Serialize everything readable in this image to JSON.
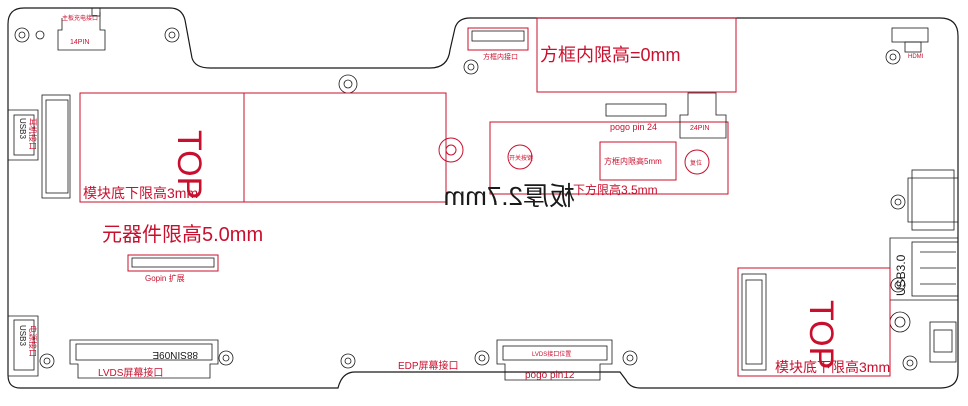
{
  "labels": {
    "top_left_connector": "主板充电接口",
    "top_left_connector_code": "14PIN",
    "top_connector_right": "方框内接口",
    "max_height_zero": "方框内限高=0mm",
    "top_right_connector": "HDMI",
    "pogo_pin_24": "pogo pin 24",
    "connector_24pin": "24PIN",
    "inner_box_height": "方框内限高5mm",
    "height_note": "下方限高3.5mm",
    "module_bottom_height_left": "模块底下限高3mm",
    "top_marking_left": "TOP",
    "component_height": "元器件限高5.0mm",
    "board_thickness_mirrored": "板厚2.7mm",
    "gopin_connector": "Gopin 扩展",
    "left_side_label_1": "USB3",
    "left_side_label_2": "耳机接口",
    "left_bottom_label_1": "USB3",
    "left_bottom_label_2": "电源接口",
    "lvds_code": "88SIN09E",
    "lvds_label": "LVDS屏幕接口",
    "edp_label": "EDP屏幕接口",
    "pogo_pin_12": "pogo pin12",
    "pogo_connector_small": "LVDS接口位置",
    "module_bottom_height_right": "模块底下限高3mm",
    "top_marking_right": "TOP",
    "usb3_right": "USB3.0",
    "small_red_1": "开关按键",
    "small_red_2": "复位"
  },
  "colors": {
    "outline": "#1a1a1a",
    "annotation": "#c8102e"
  }
}
